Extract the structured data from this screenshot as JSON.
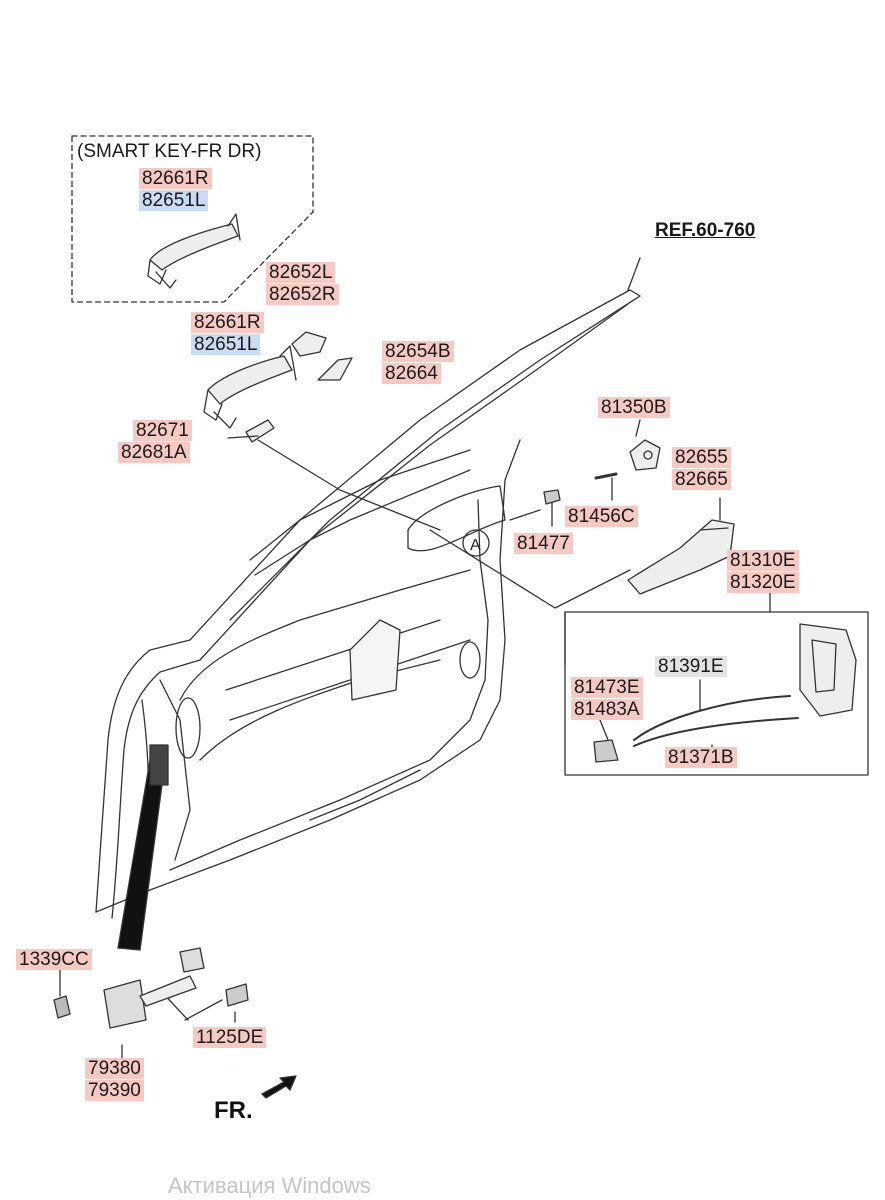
{
  "smart_key_box": {
    "title": "(SMART KEY-FR DR)",
    "part_r": "82661R",
    "part_l": "82651L"
  },
  "ref": "REF.60-760",
  "parts": {
    "p82652l": "82652L",
    "p82652r": "82652R",
    "p82661r": "82661R",
    "p82651l": "82651L",
    "p82654b": "82654B",
    "p82664": "82664",
    "p82671": "82671",
    "p82681a": "82681A",
    "p81350b": "81350B",
    "p82655": "82655",
    "p82665": "82665",
    "p81456c": "81456C",
    "p81477": "81477",
    "p81310e": "81310E",
    "p81320e": "81320E",
    "p81391e": "81391E",
    "p81473e": "81473E",
    "p81483a": "81483A",
    "p81371b": "81371B",
    "p1339cc": "1339CC",
    "p1125de": "1125DE",
    "p79380": "79380",
    "p79390": "79390"
  },
  "detail_marker": "A",
  "direction_label": "FR.",
  "watermark": "Активация Windows",
  "colors": {
    "highlight_pink": "#f6c9c3",
    "highlight_blue": "#c9dcf3",
    "highlight_gray": "#e3e3e3",
    "line": "#333333"
  }
}
